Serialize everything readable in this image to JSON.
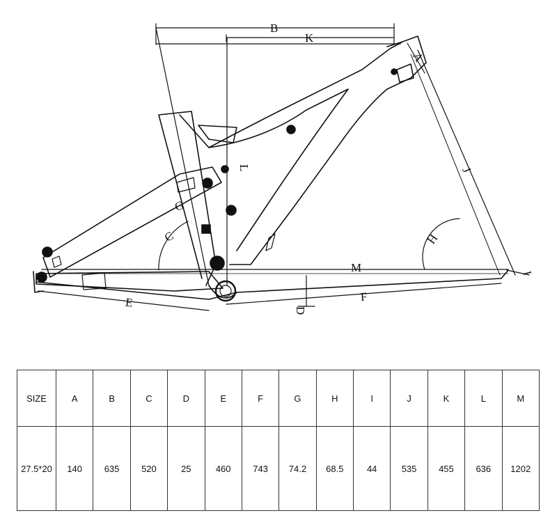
{
  "diagram": {
    "labels": {
      "A": "A",
      "B": "B",
      "C": "C",
      "D": "D",
      "E": "E",
      "F": "F",
      "G": "G",
      "H": "H",
      "I": "I",
      "J": "J",
      "K": "K",
      "L": "L",
      "M": "M"
    }
  },
  "table": {
    "headers": [
      "SIZE",
      "A",
      "B",
      "C",
      "D",
      "E",
      "F",
      "G",
      "H",
      "I",
      "J",
      "K",
      "L",
      "M"
    ],
    "rows": [
      [
        "27.5*20",
        "140",
        "635",
        "520",
        "25",
        "460",
        "743",
        "74.2",
        "68.5",
        "44",
        "535",
        "455",
        "636",
        "1202"
      ]
    ]
  }
}
